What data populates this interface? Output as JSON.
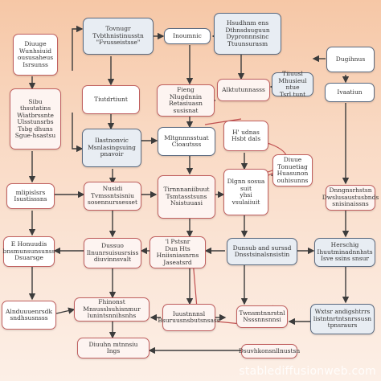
{
  "nodes": {
    "n1": "Tovnugr\nTvbthnistinusstn\n\"Fvusseistsse\"",
    "n2": "Inoumnic",
    "n3": "Hsudhnm ens\nDthnsdsuguun\nDypronnnsinc\nTtuunsurasm",
    "n4": "Dugihnus",
    "n5": "Diuuge\nWunhsiuid\noususaheus\nIsrsunss",
    "n6": "Tiutdrtiunt",
    "n7": "Fieng\nNlugdnnin\nRetasiuasn\nsusisnat",
    "n8": "Alktutunnasss",
    "n9": "Tiiuusl\nMhusieul ntue\nTsrl tunt",
    "n10": "Ivaatiun",
    "n11": "Sibu thsutatins\nWiatbrssnte\nUlsstunsrbs\nTsbg dhuns\nSgue-hsastsu",
    "n12": "Ilastnonvic\nMsnlasingsuing\npnavoir",
    "n13": "Mltgnnnsstuat\nCioautsss",
    "n14": "H' udnas\nHsbt dals",
    "n15": "Diuue\nTonuetiag\nHuasunon\nouhisunns",
    "n16": "mlipislsrs\nIsustisssns",
    "n17": "Nusidi\nTvmssntsisniu\nsosennurssesset",
    "n18": "Tirnnnaniibuut\nTsmtasstsuns\nNsistuuasi",
    "n19": "Dlgnn sosua\nsuit\nyhsi\nvsulaiiuit",
    "n20": "Dnngnsrhstsn\nDwslusaustusbnds\nsnisinaissns",
    "n21": "E Honuudis\nbnsmunsunsunss\nDsuarsge",
    "n22": "Dussuo\nIlnunrsuisusrsiss\ndiuvinnsvalt",
    "n23": "'l Pstsnr\nDun Hts\nHniisniasnrns\nJaseatsrd",
    "n24": "Dunsub and surssd\nDnsstsinalsnsistin",
    "n25": "Herschig\nIhuutminadnnhsts\nIsve ssins snsur",
    "n26": "Alnduuuenrsdk\nsndhsusnsss",
    "n27": "Fhinonst\nMnsusslsuhisnmur\nlunintsnnihsnhs",
    "n28": "Iuustnnnsl\nBsuruusnsbutsnsass",
    "n29": "Twnsmtnnrstnl\nNsssnnsnnsi",
    "n30": "Wxtsr andigshtrrs\nlistntnrtntsnrssusn\ntpnsraurs",
    "n31": "Diuuhn mtnnsiu\nIngs",
    "n32": "Dsuvhkonsnllnustsn"
  },
  "watermark": "stablediffusionweb.com"
}
